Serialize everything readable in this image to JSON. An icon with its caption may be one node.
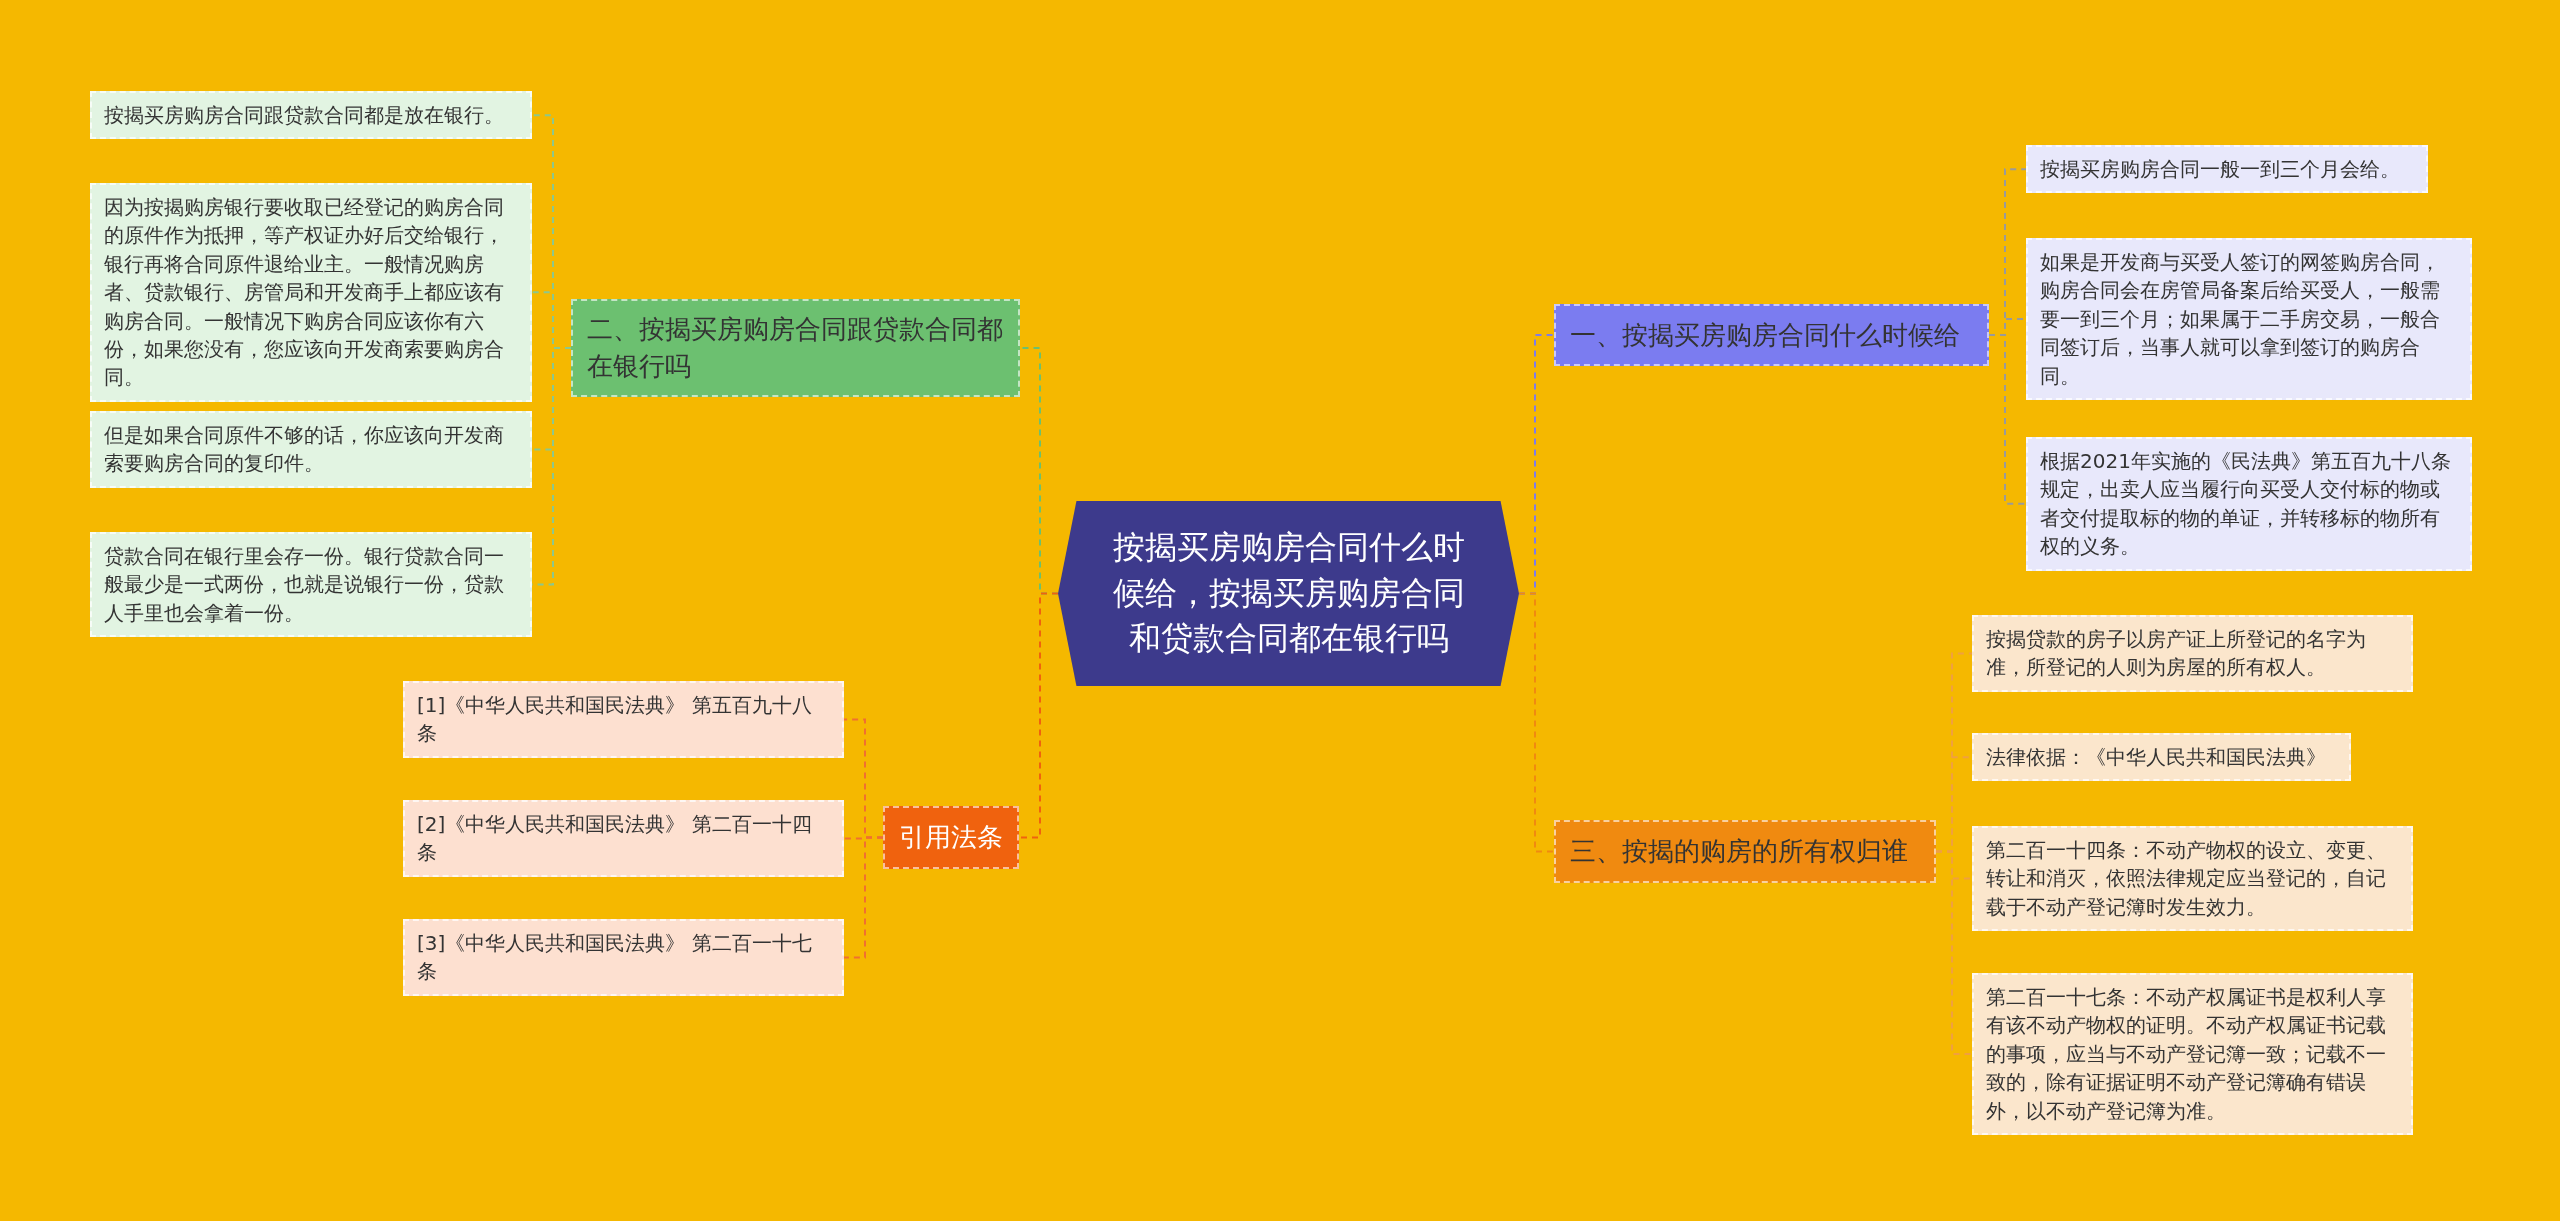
{
  "diagram": {
    "nodes": [
      {
        "text": [
          "按揭买房购房合同什么时候给，按揭买房购房合同和贷款合同都在银行吗"
        ]
      },
      {
        "text": [
          "一、按揭买房购房合同什么时候给"
        ]
      },
      {
        "text": [
          "按揭买房购房合同一般一到三个月会给。"
        ]
      },
      {
        "text": [
          "如果是开发商与买受人签订的网签购房合同，购房合同会在房管局备案后给买受人，一般需要一到三个月；如果属于二手房交易，一般合同签订后，当事人就可以拿到签订的购房合同。"
        ]
      },
      {
        "text": [
          "根据2021年实施的《民法典》第五百九十八条规定，出卖人应当履行向买受人交付标的物或者交付提取标的物的单证，并转移标的物所有权的义务。"
        ]
      },
      {
        "text": [
          "二、按揭买房购房合同跟贷款合同都在银行吗"
        ]
      },
      {
        "text": [
          "按揭买房购房合同跟贷款合同都是放在银行。"
        ]
      },
      {
        "text": [
          "因为按揭购房银行要收取已经登记的购房合同的原件作为抵押，等产权证办好后交给银行，银行再将合同原件退给业主。一般情况购房者、贷款银行、房管局和开发商手上都应该有购房合同。一般情况下购房合同应该你有六份，如果您没有，您应该向开发商索要购房合同。"
        ]
      },
      {
        "text": [
          "但是如果合同原件不够的话，你应该向开发商索要购房合同的复印件。"
        ]
      },
      {
        "text": [
          "贷款合同在银行里会存一份。银行贷款合同一般最少是一式两份，也就是说银行一份，贷款人手里也会拿着一份。"
        ]
      },
      {
        "text": [
          "三、按揭的购房的所有权归谁"
        ]
      },
      {
        "text": [
          "按揭贷款的房子以房产证上所登记的名字为准，所登记的人则为房屋的所有权人。"
        ]
      },
      {
        "text": [
          "法律依据：《中华人民共和国民法典》"
        ]
      },
      {
        "text": [
          "第二百一十四条：不动产物权的设立、变更、转让和消灭，依照法律规定应当登记的，自记载于不动产登记簿时发生效力。"
        ]
      },
      {
        "text": [
          "第二百一十七条：不动产权属证书是权利人享有该不动产物权的证明。不动产权属证书记载的事项，应当与不动产登记簿一致；记载不一致的，除有证据证明不动产登记簿确有错误外，以不动产登记簿为准。"
        ]
      },
      {
        "text": [
          "引用法条"
        ]
      },
      {
        "text": [
          "[1]《中华人民共和国民法典》 第五百九十八条"
        ]
      },
      {
        "text": [
          "[2]《中华人民共和国民法典》 第二百一十四条"
        ]
      },
      {
        "text": [
          "[3]《中华人民共和国民法典》 第二百一十七条"
        ]
      }
    ],
    "edges": [
      {
        "from": 0,
        "to": 1,
        "arrow": "none",
        "color": "#7f7ce8"
      },
      {
        "from": 1,
        "to": 2,
        "arrow": "none",
        "color": "#9a9a9a"
      },
      {
        "from": 1,
        "to": 3,
        "arrow": "none",
        "color": "#9a9a9a"
      },
      {
        "from": 1,
        "to": 4,
        "arrow": "none",
        "color": "#9a9a9a"
      },
      {
        "from": 0,
        "to": 5,
        "arrow": "none",
        "color": "#6cc070"
      },
      {
        "from": 5,
        "to": 6,
        "arrow": "none",
        "color": "#8cc78c"
      },
      {
        "from": 5,
        "to": 7,
        "arrow": "none",
        "color": "#8cc78c"
      },
      {
        "from": 5,
        "to": 8,
        "arrow": "none",
        "color": "#8cc78c"
      },
      {
        "from": 5,
        "to": 9,
        "arrow": "none",
        "color": "#8cc78c"
      },
      {
        "from": 0,
        "to": 10,
        "arrow": "none",
        "color": "#f08a10"
      },
      {
        "from": 10,
        "to": 11,
        "arrow": "none",
        "color": "#f0a040"
      },
      {
        "from": 10,
        "to": 12,
        "arrow": "none",
        "color": "#f0a040"
      },
      {
        "from": 10,
        "to": 13,
        "arrow": "none",
        "color": "#f0a040"
      },
      {
        "from": 10,
        "to": 14,
        "arrow": "none",
        "color": "#f0a040"
      },
      {
        "from": 0,
        "to": 15,
        "arrow": "none",
        "color": "#f0620e"
      },
      {
        "from": 15,
        "to": 16,
        "arrow": "none",
        "color": "#f07030"
      },
      {
        "from": 15,
        "to": 17,
        "arrow": "none",
        "color": "#f07030"
      },
      {
        "from": 15,
        "to": 18,
        "arrow": "none",
        "color": "#f07030"
      }
    ]
  }
}
